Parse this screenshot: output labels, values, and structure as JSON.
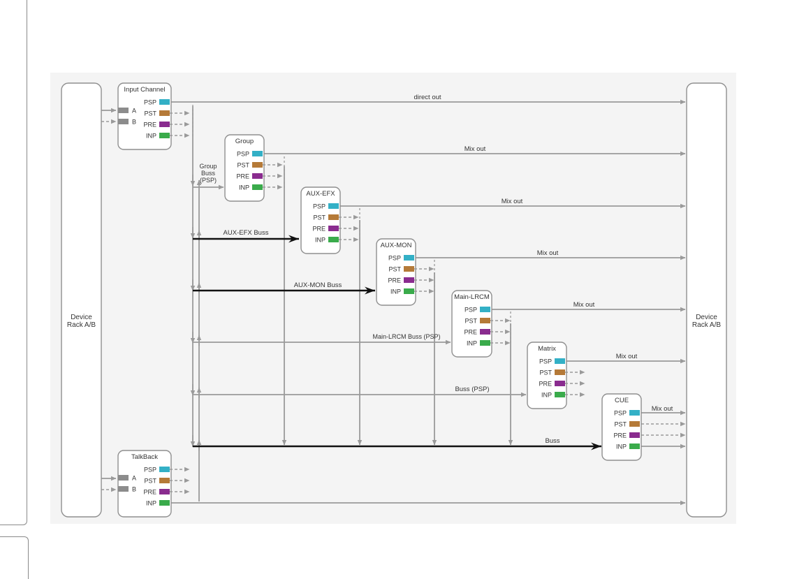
{
  "colors": {
    "PSP": "#33b0c6",
    "PST": "#b57a38",
    "PRE": "#8a2c8f",
    "INP": "#3aab4b",
    "input_port": "#8c8c8c",
    "line": "#9a9a9a",
    "bold_line": "#111111",
    "panel": "#f4f4f4"
  },
  "devices": {
    "left": {
      "line1": "Device",
      "line2": "Rack A/B"
    },
    "right": {
      "line1": "Device",
      "line2": "Rack A/B"
    }
  },
  "modules": {
    "input_channel": {
      "title": "Input Channel",
      "inputs": [
        "A",
        "B"
      ],
      "ports": [
        "PSP",
        "PST",
        "PRE",
        "INP"
      ]
    },
    "group": {
      "title": "Group",
      "ports": [
        "PSP",
        "PST",
        "PRE",
        "INP"
      ]
    },
    "aux_efx": {
      "title": "AUX-EFX",
      "ports": [
        "PSP",
        "PST",
        "PRE",
        "INP"
      ]
    },
    "aux_mon": {
      "title": "AUX-MON",
      "ports": [
        "PSP",
        "PST",
        "PRE",
        "INP"
      ]
    },
    "main_lrcm": {
      "title": "Main-LRCM",
      "ports": [
        "PSP",
        "PST",
        "PRE",
        "INP"
      ]
    },
    "matrix": {
      "title": "Matrix",
      "ports": [
        "PSP",
        "PST",
        "PRE",
        "INP"
      ]
    },
    "cue": {
      "title": "CUE",
      "ports": [
        "PSP",
        "PST",
        "PRE",
        "INP"
      ]
    },
    "talkback": {
      "title": "TalkBack",
      "inputs": [
        "A",
        "B"
      ],
      "ports": [
        "PSP",
        "PST",
        "PRE",
        "INP"
      ]
    }
  },
  "signal_labels": {
    "direct_out": "direct out",
    "mix_out": "Mix out",
    "group_buss": [
      "Group",
      "Buss",
      "(PSP)"
    ],
    "aux_efx_buss": "AUX-EFX Buss",
    "aux_mon_buss": "AUX-MON Buss",
    "main_lrcm_buss": "Main-LRCM Buss (PSP)",
    "buss_psp": "Buss (PSP)",
    "buss": "Buss"
  }
}
